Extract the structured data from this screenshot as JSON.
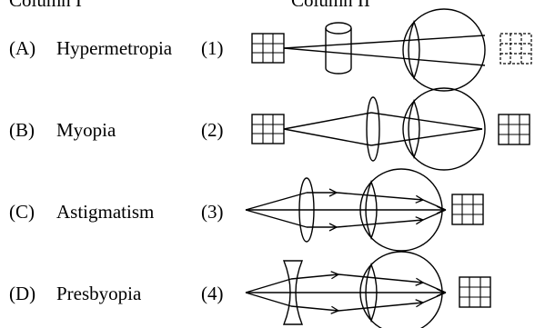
{
  "header": {
    "col1": "Column I",
    "col2": "Column II"
  },
  "rows": [
    {
      "letter": "(A)",
      "condition": "Hypermetropia",
      "number": "(1)"
    },
    {
      "letter": "(B)",
      "condition": "Myopia",
      "number": "(2)"
    },
    {
      "letter": "(C)",
      "condition": "Astigmatism",
      "number": "(3)"
    },
    {
      "letter": "(D)",
      "condition": "Presbyopia",
      "number": "(4)"
    }
  ]
}
